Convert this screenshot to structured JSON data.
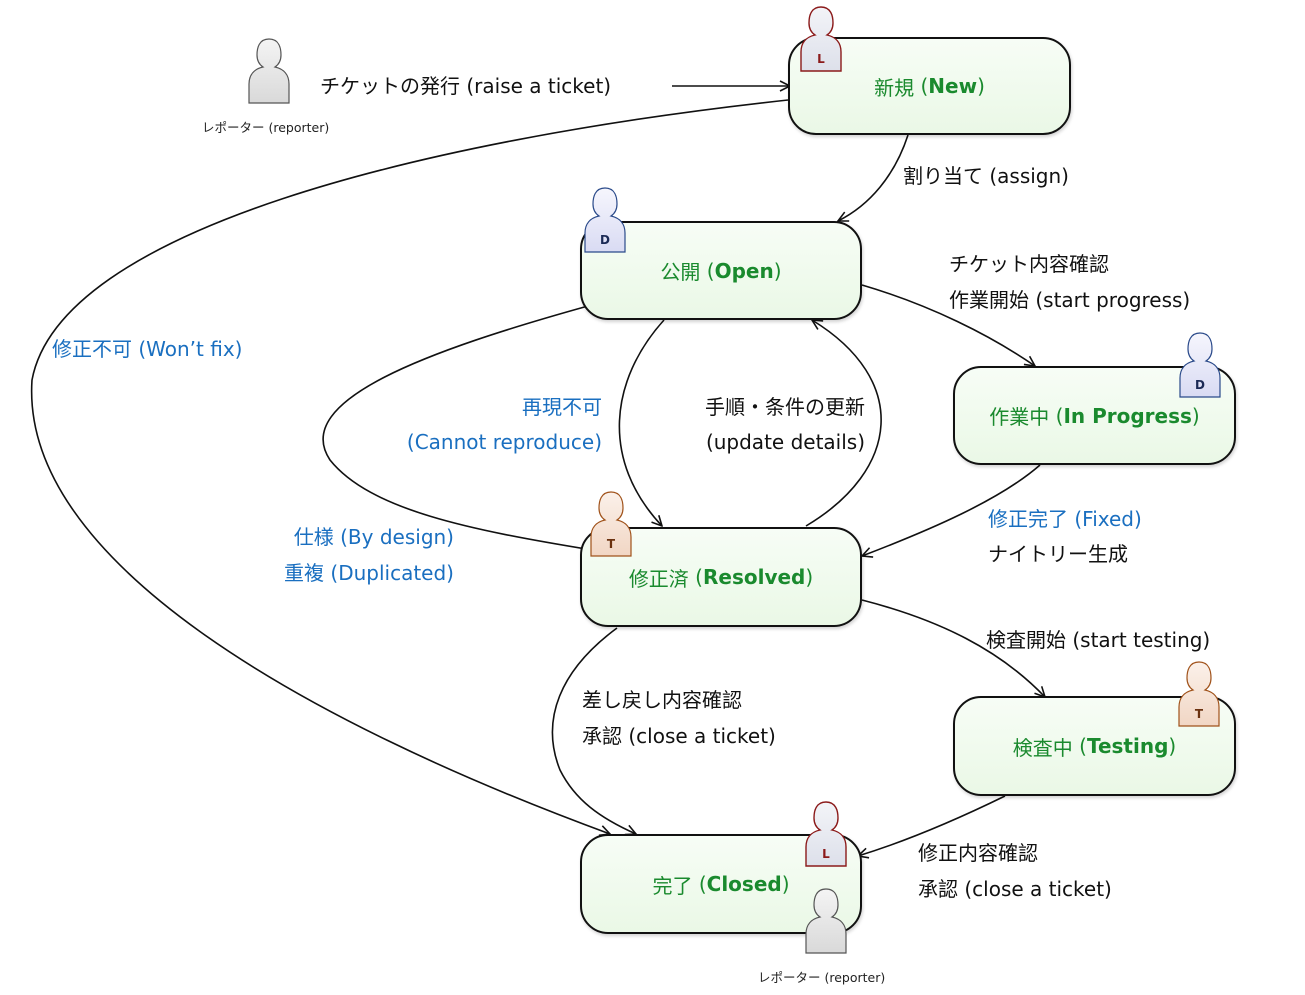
{
  "diagram": {
    "title": "Ticket workflow",
    "states": [
      {
        "id": "new",
        "jp": "新規",
        "en": "New"
      },
      {
        "id": "open",
        "jp": "公開",
        "en": "Open"
      },
      {
        "id": "in_progress",
        "jp": "作業中",
        "en": "In Progress"
      },
      {
        "id": "resolved",
        "jp": "修正済",
        "en": "Resolved"
      },
      {
        "id": "testing",
        "jp": "検査中",
        "en": "Testing"
      },
      {
        "id": "closed",
        "jp": "完了",
        "en": "Closed"
      }
    ],
    "actors": {
      "reporter_label": "レポーター (reporter)",
      "lead_letter": "L",
      "developer_letter": "D",
      "tester_letter": "T"
    },
    "transitions": {
      "raise": "チケットの発行 (raise a ticket)",
      "assign": "割り当て (assign)",
      "start_progress_1": "チケット内容確認",
      "start_progress_2": "作業開始 (start progress)",
      "wont_fix": "修正不可 (Won’t fix)",
      "cannot_repro_1": "再現不可",
      "cannot_repro_2": "(Cannot reproduce)",
      "update_1": "手順・条件の更新",
      "update_2": "(update details)",
      "by_design": "仕様 (By design)",
      "duplicated": "重複 (Duplicated)",
      "fixed_1": "修正完了 (Fixed)",
      "fixed_2": "ナイトリー生成",
      "start_testing": "検査開始 (start testing)",
      "reject_close_1": "差し戻し内容確認",
      "reject_close_2": "承認 (close a ticket)",
      "test_close_1": "修正内容確認",
      "test_close_2": "承認 (close a ticket)"
    },
    "colors": {
      "state_text": "#1a8a2e",
      "reason_text": "#1a6fc0",
      "lead": "#8b1a1a",
      "developer": "#2a4a8a",
      "tester": "#a0521a"
    }
  }
}
